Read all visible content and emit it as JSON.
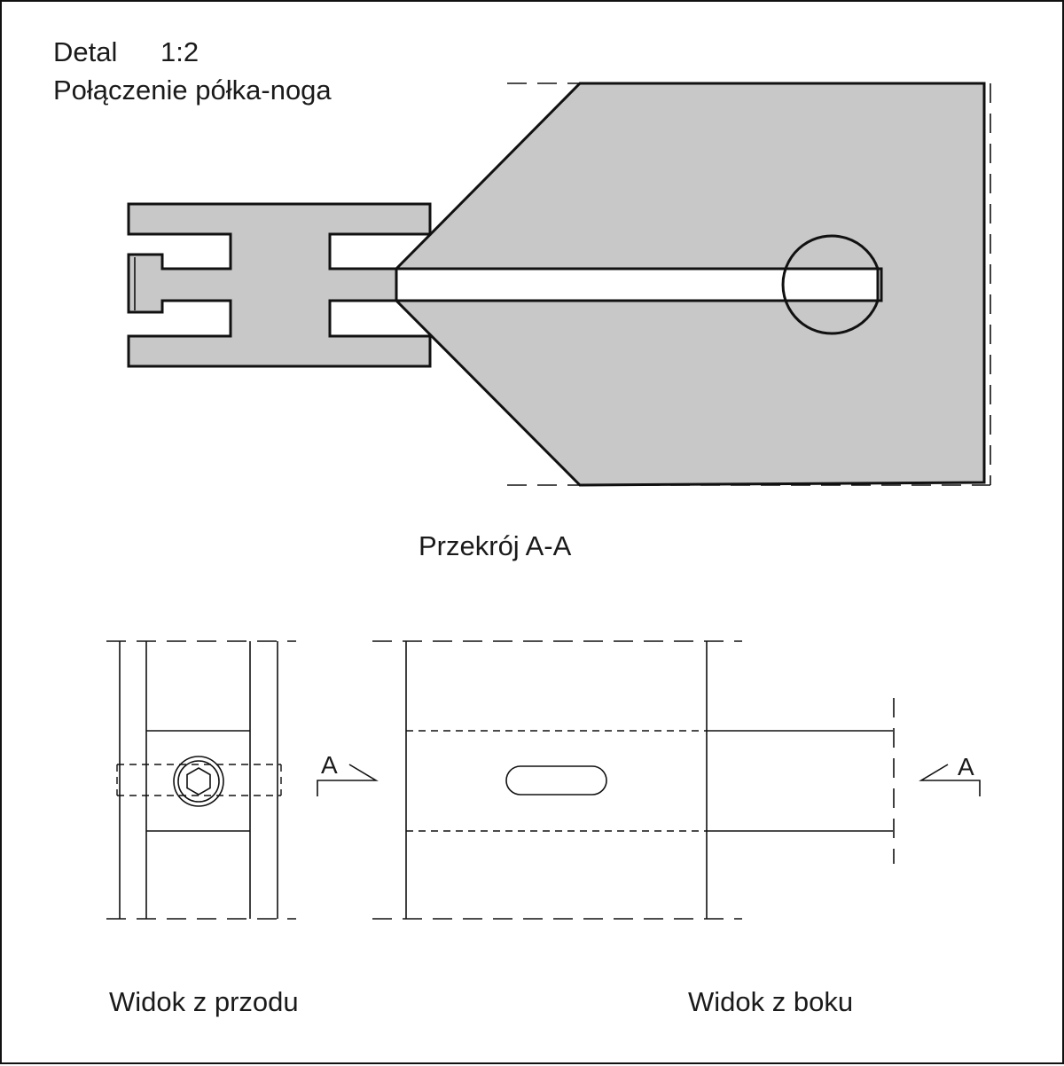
{
  "title": {
    "detail": "Detal",
    "scale": "1:2",
    "subtitle": "Połączenie półka-noga"
  },
  "views": {
    "section": "Przekrój A-A",
    "front": "Widok z przodu",
    "side": "Widok z boku"
  },
  "section_marks": {
    "left": "A",
    "right": "A"
  },
  "colors": {
    "section_fill": "#c8c8c8",
    "line": "#111111"
  }
}
